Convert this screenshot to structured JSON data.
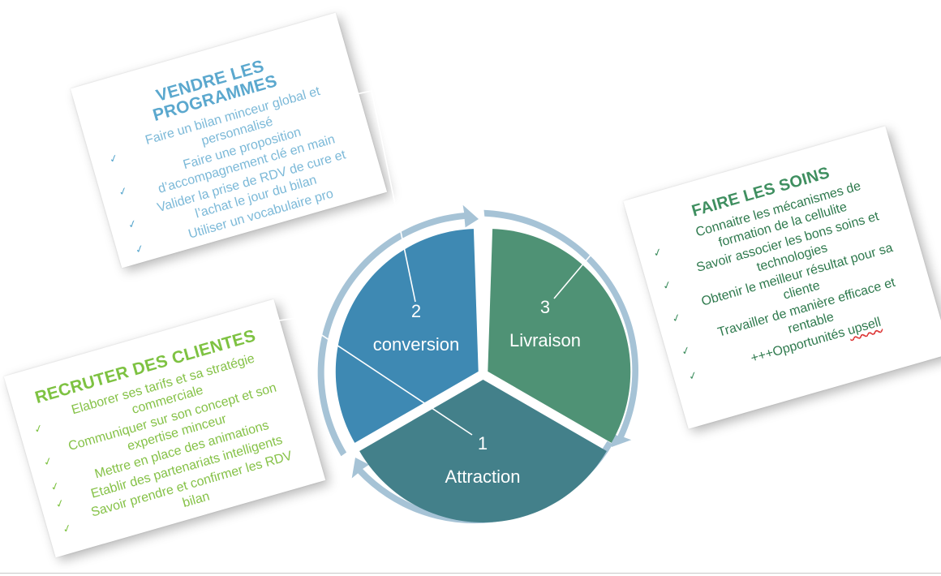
{
  "cycle": {
    "segments": [
      {
        "number": "2",
        "label": "conversion",
        "color": "#3e89b3"
      },
      {
        "number": "3",
        "label": "Livraison",
        "color": "#4f9275"
      },
      {
        "number": "1",
        "label": "Attraction",
        "color": "#43808a"
      }
    ],
    "ring_color": "#a6c3d6"
  },
  "cards": {
    "vendre": {
      "title_line1": "VENDRE LES",
      "title_line2": "PROGRAMMES",
      "items": [
        "Faire un bilan minceur global et personnalisé",
        "Faire une proposition d’accompagnement clé en main",
        "Valider la prise de RDV de cure et l’achat le jour du bilan",
        "Utiliser un vocabulaire pro"
      ]
    },
    "recruter": {
      "title": "RECRUTER DES CLIENTES",
      "items": [
        "Elaborer ses tarifs et sa stratégie commerciale",
        "Communiquer sur son concept et son expertise minceur",
        "Mettre en place des animations",
        "Etablir des partenariats intelligents",
        "Savoir prendre et confirmer les RDV bilan"
      ]
    },
    "soins": {
      "title": "FAIRE LES SOINS",
      "items": [
        "Connaitre les mécanismes de formation de la cellulite",
        "Savoir associer les bons soins et technologies",
        "Obtenir le meilleur résultat pour sa cliente",
        "Travailler de manière efficace et rentable"
      ],
      "last_item_prefix": "+++Opportunités ",
      "last_item_word": "upsell"
    }
  }
}
